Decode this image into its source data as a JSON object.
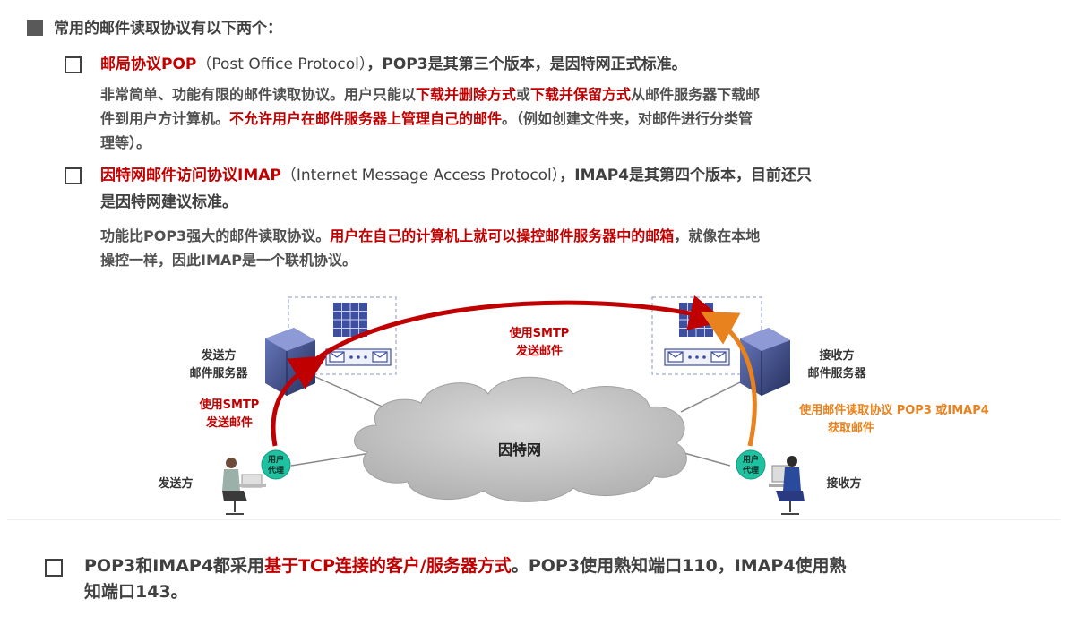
{
  "heading": "常用的邮件读取协议有以下两个：",
  "pop": {
    "name": "邮局协议POP",
    "paren": "（Post Office Protocol）",
    "rest": "，POP3是其第三个版本，是因特网正式标准。",
    "desc1_a": "非常简单、功能有限的邮件读取协议。用户只能以",
    "desc1_b": "下载并删除方式",
    "desc1_c": "或",
    "desc1_d": "下载并保留方式",
    "desc1_e": "从邮件服务器下载邮",
    "desc2_a": "件到用户方计算机。",
    "desc2_b": "不允许用户在邮件服务器上管理自己的邮件",
    "desc2_c": "。（例如创建文件夹，对邮件进行分类管",
    "desc3": "理等）。"
  },
  "imap": {
    "name": "因特网邮件访问协议IMAP",
    "paren": "（Internet Message Access Protocol）",
    "rest": "，IMAP4是其第四个版本，目前还只",
    "line2": "是因特网建议标准。",
    "desc1_a": "功能比POP3强大的邮件读取协议。",
    "desc1_b": "用户在自己的计算机上就可以操控邮件服务器中的邮箱",
    "desc1_c": "，就像在本地",
    "desc2": "操控一样，因此IMAP是一个联机协议。"
  },
  "diagram": {
    "sender_server": [
      "发送方",
      "邮件服务器"
    ],
    "receiver_server": [
      "接收方",
      "邮件服务器"
    ],
    "smtp_top": [
      "使用SMTP",
      "发送邮件"
    ],
    "smtp_left": [
      "使用SMTP",
      "发送邮件"
    ],
    "retrieve": [
      "使用邮件读取协议 POP3 或IMAP4",
      "获取邮件"
    ],
    "internet": "因特网",
    "agent": [
      "用户",
      "代理"
    ],
    "sender": "发送方",
    "receiver": "接收方",
    "colors": {
      "red": "#c00000",
      "orange": "#e8821e",
      "agent": "#1fc2a0",
      "server": "#3b4a8c"
    }
  },
  "bottom": {
    "a": "POP3和IMAP4都采用",
    "b": "基于TCP连接的客户/服务器方式",
    "c": "。POP3使用熟知端口110，IMAP4使用熟",
    "d": "知端口143。"
  }
}
